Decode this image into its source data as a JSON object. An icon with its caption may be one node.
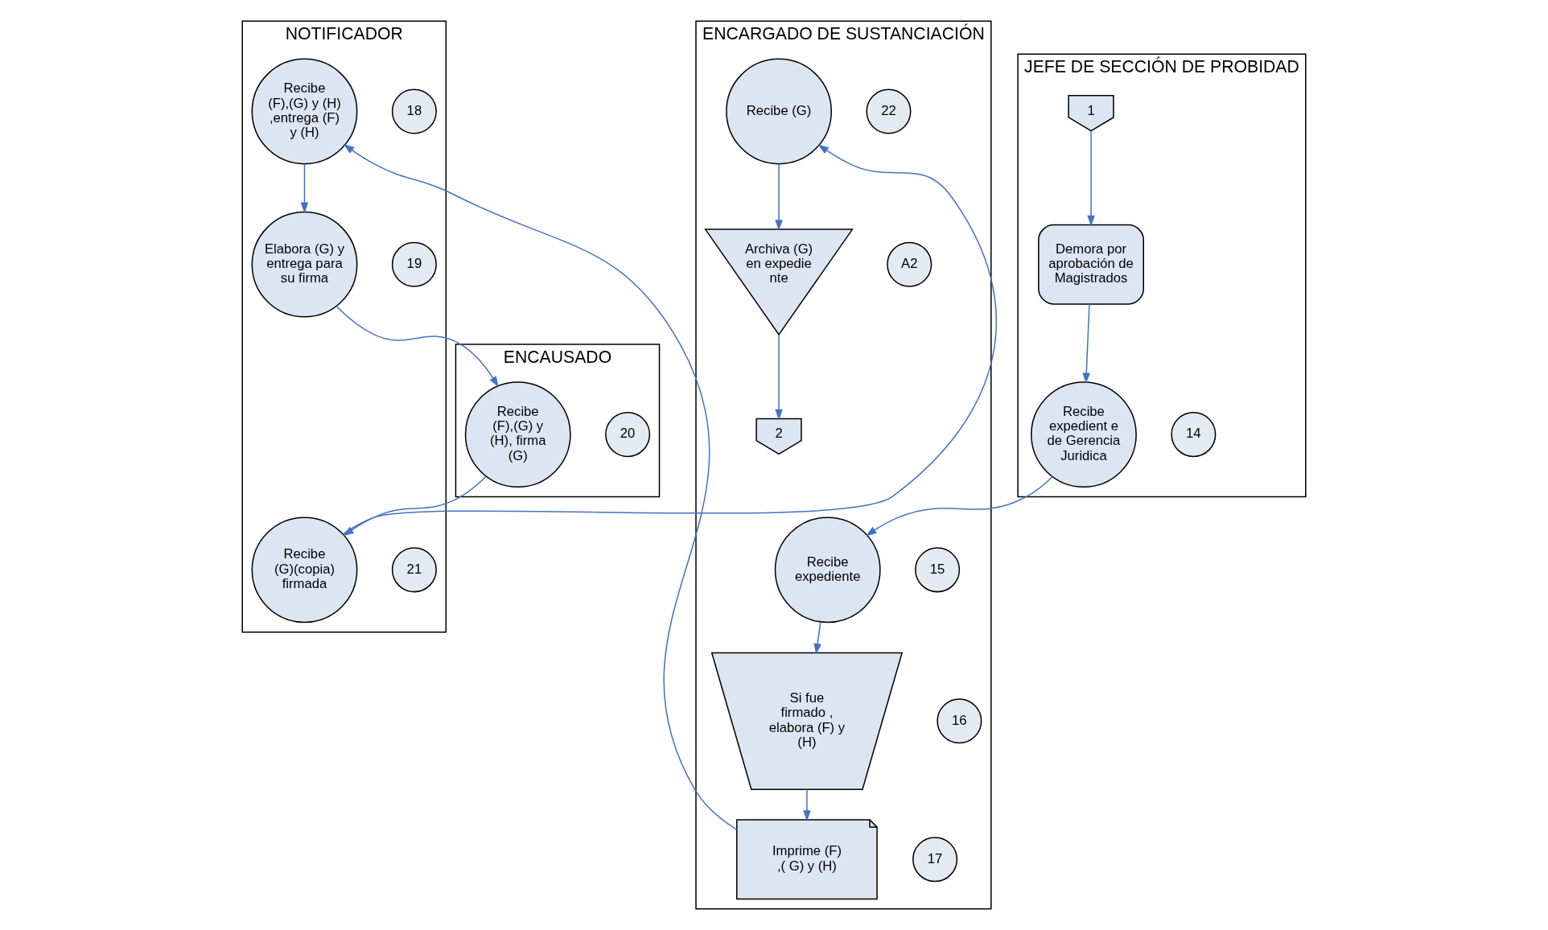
{
  "diagram": {
    "nodes": [
      {
        "text": [
          "NOTIFICADOR"
        ]
      },
      {
        "text": [
          "ENCAUSADO"
        ]
      },
      {
        "text": [
          "JEFE DE SECCIÓN DE PROBIDAD"
        ]
      },
      {
        "text": [
          "ENCARGADO DE SUSTANCIACIÓN"
        ]
      },
      {
        "text": [
          "1"
        ],
        "in": 2
      },
      {
        "text": [
          "Demora por aprobación de Magistrados"
        ],
        "in": 2
      },
      {
        "text": [
          "Recibe expedient e de Gerencia Juridica"
        ],
        "in": 2
      },
      {
        "text": [
          "14"
        ],
        "in": 2
      },
      {
        "text": [
          "Recibe expediente"
        ],
        "in": 3
      },
      {
        "text": [
          "15"
        ],
        "in": 3
      },
      {
        "text": [
          "Si fue firmado , elabora (F) y (H)"
        ],
        "in": 3
      },
      {
        "text": [
          "16"
        ],
        "in": 3
      },
      {
        "text": [
          "Imprime (F) ,( G) y (H)"
        ],
        "in": 3
      },
      {
        "text": [
          "17"
        ],
        "in": 3
      },
      {
        "text": [
          "Recibe (F),(G) y (H) ,entrega (F) y (H)"
        ],
        "in": 0
      },
      {
        "text": [
          "18"
        ],
        "in": 0
      },
      {
        "text": [
          "Elabora (G) y entrega para su firma"
        ],
        "in": 0
      },
      {
        "text": [
          "19"
        ],
        "in": 0
      },
      {
        "text": [
          "Recibe (F),(G) y (H), firma (G)"
        ],
        "in": 1
      },
      {
        "text": [
          "20"
        ],
        "in": 1
      },
      {
        "text": [
          "Recibe (G)(copia) firmada"
        ],
        "in": 0
      },
      {
        "text": [
          "21"
        ],
        "in": 0
      },
      {
        "text": [
          "Recibe (G)"
        ],
        "in": 3
      },
      {
        "text": [
          "22"
        ],
        "in": 3
      },
      {
        "text": [
          "Archiva (G) en expedie nte"
        ],
        "in": 3
      },
      {
        "text": [
          "A2"
        ],
        "in": 3
      },
      {
        "text": [
          "2"
        ],
        "in": 3
      }
    ],
    "edges": [
      {
        "from": 4,
        "to": 5,
        "arrow": "to"
      },
      {
        "from": 5,
        "to": 6,
        "arrow": "to"
      },
      {
        "from": 6,
        "to": 8,
        "arrow": "to"
      },
      {
        "from": 8,
        "to": 10,
        "arrow": "to"
      },
      {
        "from": 10,
        "to": 12,
        "arrow": "to"
      },
      {
        "from": 12,
        "to": 14,
        "arrow": "to"
      },
      {
        "from": 14,
        "to": 16,
        "arrow": "to"
      },
      {
        "from": 16,
        "to": 18,
        "arrow": "to"
      },
      {
        "from": 18,
        "to": 20,
        "arrow": "to"
      },
      {
        "from": 20,
        "to": 22,
        "arrow": "to"
      },
      {
        "from": 22,
        "to": 24,
        "arrow": "to"
      },
      {
        "from": 24,
        "to": 26,
        "arrow": "to"
      }
    ]
  }
}
